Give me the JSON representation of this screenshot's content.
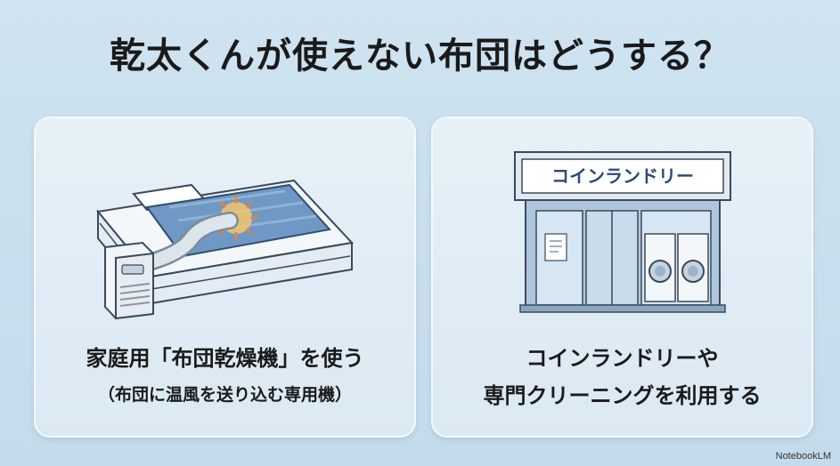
{
  "title": "乾太くんが使えない布団はどうする？",
  "left_card": {
    "illustration": "futon-dryer-illustration",
    "caption_main": "家庭用「布団乾燥機」を使う",
    "caption_sub": "（布団に温風を送り込む専用機）"
  },
  "right_card": {
    "illustration": "coin-laundry-store-illustration",
    "sign_text": "コインランドリー",
    "caption_line1": "コインランドリーや",
    "caption_line2": "専門クリーニングを利用する"
  },
  "branding": "NotebookLM"
}
